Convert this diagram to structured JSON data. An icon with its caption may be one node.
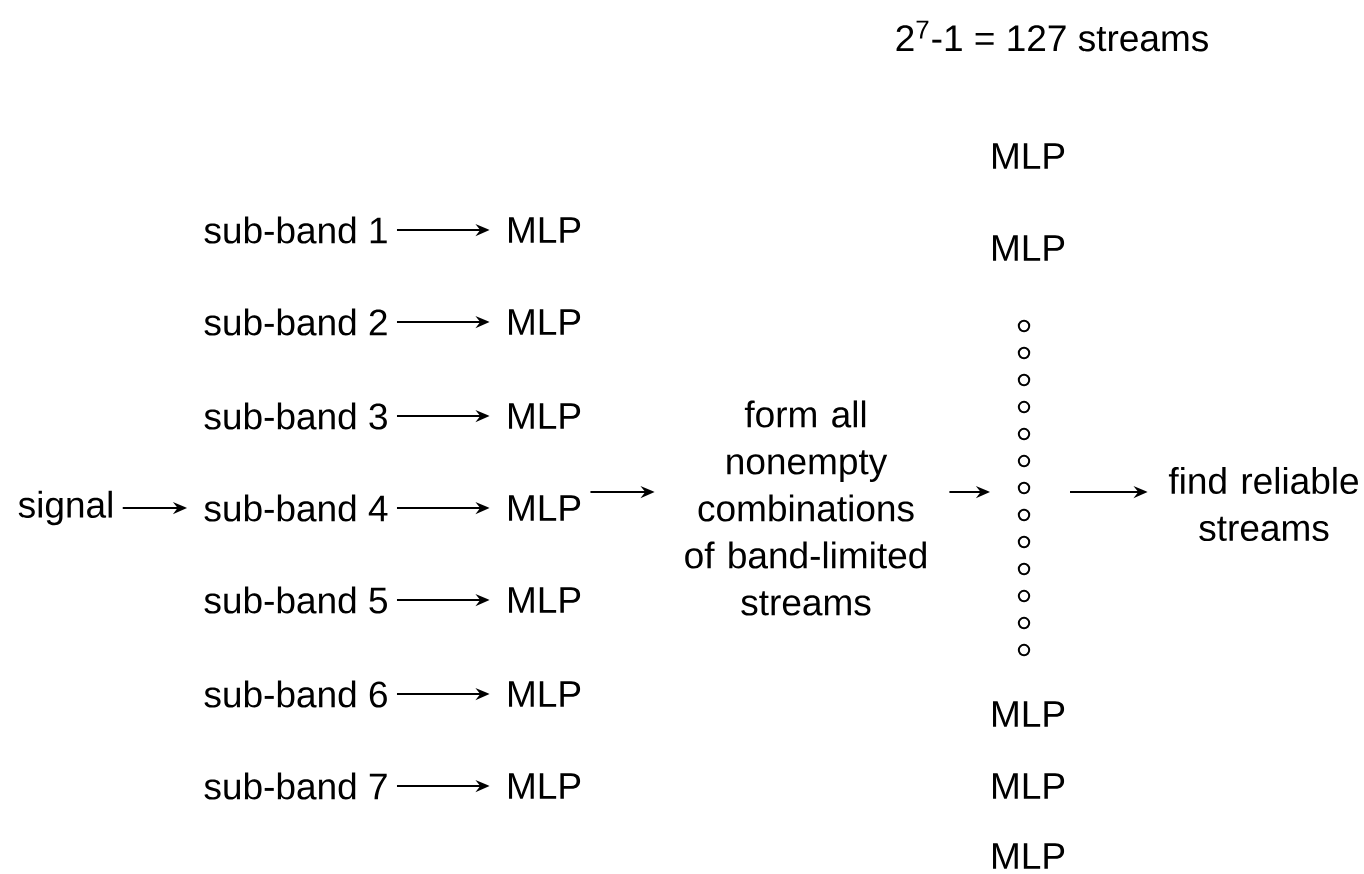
{
  "diagram": {
    "nodes": [
      {
        "text": [
          "signal"
        ]
      },
      {
        "text": [
          "sub-band 1"
        ]
      },
      {
        "text": [
          "sub-band 2"
        ]
      },
      {
        "text": [
          "sub-band 3"
        ]
      },
      {
        "text": [
          "sub-band 4"
        ]
      },
      {
        "text": [
          "sub-band 5"
        ]
      },
      {
        "text": [
          "sub-band 6"
        ]
      },
      {
        "text": [
          "sub-band 7"
        ]
      },
      {
        "text": [
          "MLP"
        ]
      },
      {
        "text": [
          "MLP"
        ]
      },
      {
        "text": [
          "MLP"
        ]
      },
      {
        "text": [
          "MLP"
        ]
      },
      {
        "text": [
          "MLP"
        ]
      },
      {
        "text": [
          "MLP"
        ]
      },
      {
        "text": [
          "MLP"
        ]
      },
      {
        "text": [
          "form all nonempty combinations of band-limited streams"
        ]
      },
      {
        "text": [
          "MLP"
        ]
      },
      {
        "text": [
          "MLP"
        ]
      },
      {
        "text": [
          "MLP"
        ]
      },
      {
        "text": [
          "MLP"
        ]
      },
      {
        "text": [
          "MLP"
        ]
      },
      {
        "text": [
          "find reliable streams"
        ]
      }
    ],
    "edges": [
      {
        "from": 0,
        "to": 4,
        "arrow": "to"
      },
      {
        "from": 1,
        "to": 8,
        "arrow": "to"
      },
      {
        "from": 2,
        "to": 9,
        "arrow": "to"
      },
      {
        "from": 3,
        "to": 10,
        "arrow": "to"
      },
      {
        "from": 4,
        "to": 11,
        "arrow": "to"
      },
      {
        "from": 5,
        "to": 12,
        "arrow": "to"
      },
      {
        "from": 6,
        "to": 13,
        "arrow": "to"
      },
      {
        "from": 7,
        "to": 14,
        "arrow": "to"
      },
      {
        "from": 11,
        "to": 15,
        "arrow": "to"
      },
      {
        "from": 15,
        "to": null,
        "arrow": "to"
      },
      {
        "from": null,
        "to": 21,
        "arrow": "to"
      }
    ],
    "labels": [
      "2$^{7}$-1 = 127 streams"
    ]
  }
}
